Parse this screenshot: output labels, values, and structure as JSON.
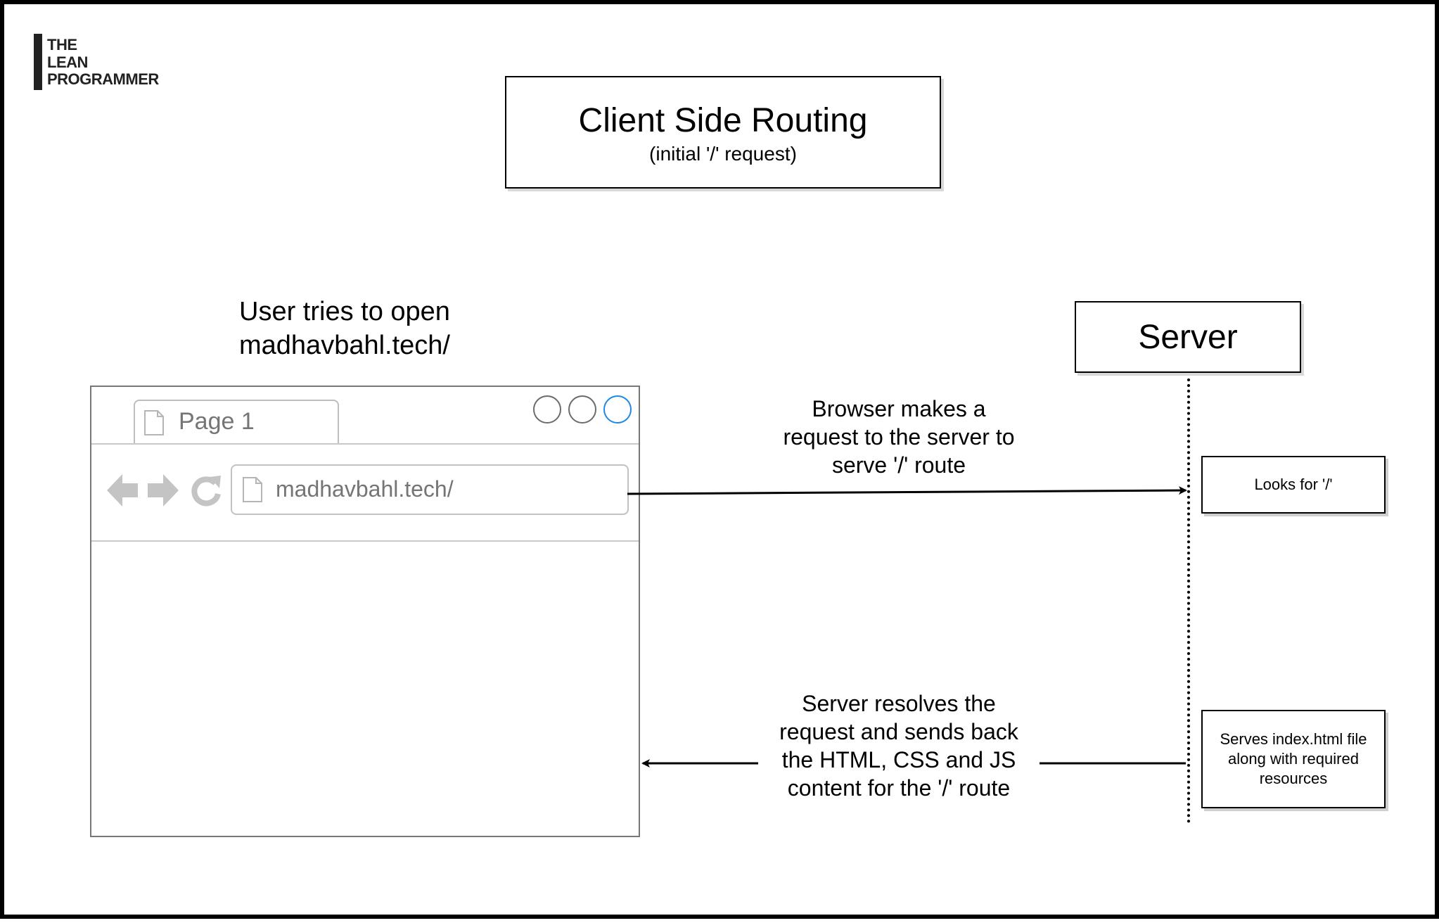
{
  "logo": {
    "lines": [
      "THE",
      "LEAN",
      "PROGRAMMER"
    ]
  },
  "title": {
    "main": "Client Side Routing",
    "sub": "(initial '/' request)"
  },
  "user_label": {
    "lines": [
      "User tries to open",
      "madhavbahl.tech/"
    ]
  },
  "browser": {
    "tab_label": "Page 1",
    "url": "madhavbahl.tech/",
    "icons": [
      "back-arrow-icon",
      "forward-arrow-icon",
      "refresh-icon",
      "page-icon"
    ],
    "window_buttons": [
      "window-button",
      "window-button",
      "window-button-active"
    ],
    "active_button_color": "#1e88e5"
  },
  "server": {
    "label": "Server"
  },
  "notes": {
    "looks_for": "Looks for '/'",
    "serves": [
      "Serves index.html file",
      "along with required",
      "resources"
    ]
  },
  "messages": {
    "request": [
      "Browser makes a",
      "request to the server to",
      "serve '/' route"
    ],
    "response": [
      "Server resolves the",
      "request and sends back",
      "the HTML, CSS and JS",
      "content for the '/' route"
    ]
  }
}
